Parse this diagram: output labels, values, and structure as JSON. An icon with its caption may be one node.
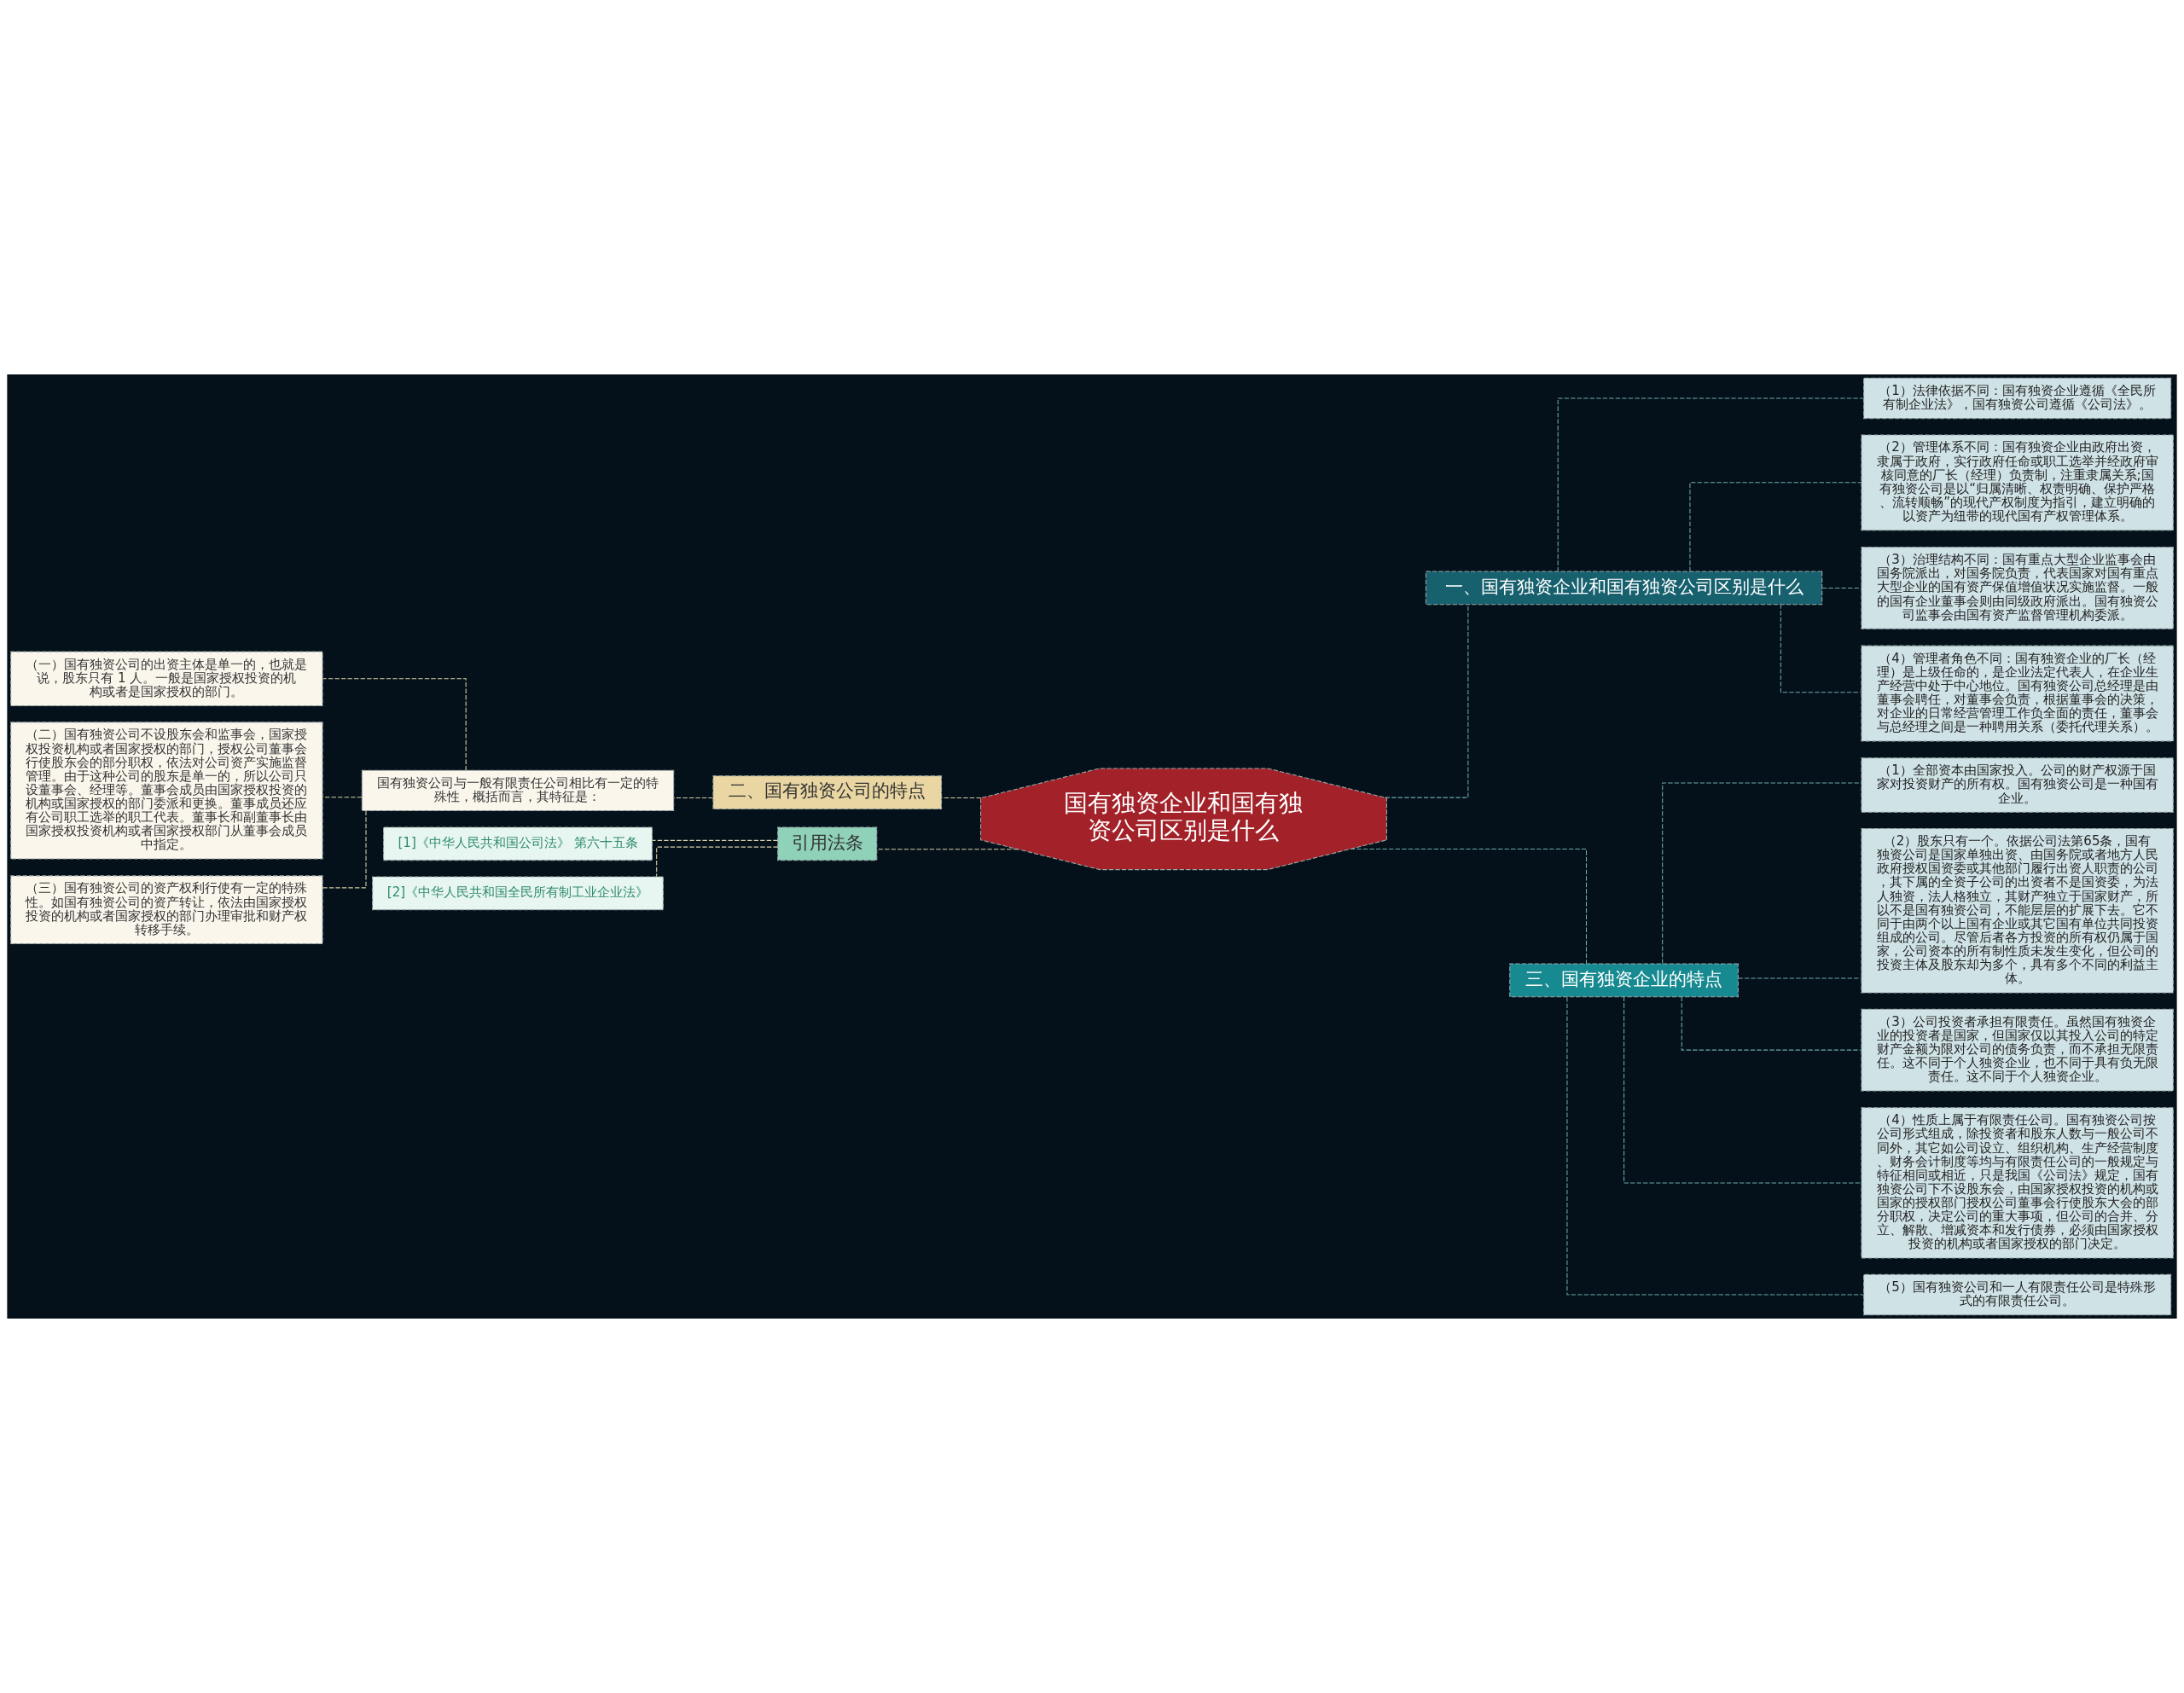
{
  "diagram": {
    "nodes": [
      {
        "text": [
          "国有独资企业和国有独资公司区别是什么"
        ]
      },
      {
        "text": [
          "一、国有独资企业和国有独资公司区别是什么"
        ]
      },
      {
        "text": [
          "（1）法律依据不同：国有独资企业遵循《全民所有制企业法》，国有独资公司遵循《公司法》。"
        ]
      },
      {
        "text": [
          "（2）管理体系不同：国有独资企业由政府出资，隶属于政府，实行政府任命或职工选举并经政府审核同意的厂长（经理）负责制，注重隶属关系;国有独资公司是以“归属清晰、权责明确、保护严格、流转顺畅”的现代产权制度为指引，建立明确的以资产为纽带的现代国有产权管理体系。"
        ]
      },
      {
        "text": [
          "（3）治理结构不同：国有重点大型企业监事会由国务院派出，对国务院负责，代表国家对国有重点大型企业的国有资产保值增值状况实施监督。一般的国有企业董事会则由同级政府派出。国有独资公司监事会由国有资产监督管理机构委派。"
        ]
      },
      {
        "text": [
          "（4）管理者角色不同：国有独资企业的厂长（经理）是上级任命的，是企业法定代表人，在企业生产经营中处于中心地位。国有独资公司总经理是由董事会聘任，对董事会负责，根据董事会的决策，对企业的日常经营管理工作负全面的责任，董事会与总经理之间是一种聘用关系（委托代理关系）。"
        ]
      },
      {
        "text": [
          "三、国有独资企业的特点"
        ]
      },
      {
        "text": [
          "（1）全部资本由国家投入。公司的财产权源于国家对投资财产的所有权。国有独资公司是一种国有企业。"
        ]
      },
      {
        "text": [
          "（2）股东只有一个。依据公司法第65条，国有独资公司是国家单独出资、由国务院或者地方人民政府授权国资委或其他部门履行出资人职责的公司，其下属的全资子公司的出资者不是国资委，为法人独资，法人格独立，其财产独立于国家财产，所以不是国有独资公司，不能层层的扩展下去。它不同于由两个以上国有企业或其它国有单位共同投资组成的公司。尽管后者各方投资的所有权仍属于国家，公司资本的所有制性质未发生变化，但公司的投资主体及股东却为多个，具有多个不同的利益主体。"
        ]
      },
      {
        "text": [
          "（3）公司投资者承担有限责任。虽然国有独资企业的投资者是国家，但国家仅以其投入公司的特定财产金额为限对公司的债务负责，而不承担无限责任。这不同于个人独资企业，也不同于具有负无限责任。这不同于个人独资企业。"
        ]
      },
      {
        "text": [
          "（4）性质上属于有限责任公司。国有独资公司按公司形式组成，除投资者和股东人数与一般公司不同外，其它如公司设立、组织机构、生产经营制度、财务会计制度等均与有限责任公司的一般规定与特征相同或相近，只是我国《公司法》规定，国有独资公司下不设股东会，由国家授权投资的机构或国家的授权部门授权公司董事会行使股东大会的部分职权，决定公司的重大事项，但公司的合并、分立、解散、增减资本和发行债券，必须由国家授权投资的机构或者国家授权的部门决定。"
        ]
      },
      {
        "text": [
          "（5）国有独资公司和一人有限责任公司是特殊形式的有限责任公司。"
        ]
      },
      {
        "text": [
          "二、国有独资公司的特点"
        ]
      },
      {
        "text": [
          "国有独资公司与一般有限责任公司相比有一定的特殊性，概括而言，其特征是："
        ]
      },
      {
        "text": [
          "（一）国有独资公司的出资主体是单一的，也就是说，股东只有 1 人。一般是国家授权投资的机构或者是国家授权的部门。"
        ]
      },
      {
        "text": [
          "（二）国有独资公司不设股东会和监事会，国家授权投资机构或者国家授权的部门，授权公司董事会行使股东会的部分职权，依法对公司资产实施监督管理。由于这种公司的股东是单一的，所以公司只设董事会、经理等。董事会成员由国家授权投资的机构或国家授权的部门委派和更换。董事成员还应有公司职工选举的职工代表。董事长和副董事长由国家授权投资机构或者国家授权部门从董事会成员中指定。"
        ]
      },
      {
        "text": [
          "（三）国有独资公司的资产权利行使有一定的特殊性。如国有独资公司的资产转让，依法由国家授权投资的机构或者国家授权的部门办理审批和财产权转移手续。"
        ]
      },
      {
        "text": [
          "引用法条"
        ]
      },
      {
        "text": [
          "[1]《中华人民共和国公司法》 第六十五条"
        ]
      },
      {
        "text": [
          "[2]《中华人民共和国全民所有制工业企业法》"
        ]
      }
    ],
    "edges": [
      {
        "from": 0,
        "to": 1,
        "arrow": "none",
        "style": "dashed"
      },
      {
        "from": 1,
        "to": 2,
        "arrow": "none",
        "style": "dashed"
      },
      {
        "from": 1,
        "to": 3,
        "arrow": "none",
        "style": "dashed"
      },
      {
        "from": 1,
        "to": 4,
        "arrow": "none",
        "style": "dashed"
      },
      {
        "from": 1,
        "to": 5,
        "arrow": "none",
        "style": "dashed"
      },
      {
        "from": 0,
        "to": 6,
        "arrow": "none",
        "style": "dashed"
      },
      {
        "from": 6,
        "to": 7,
        "arrow": "none",
        "style": "dashed"
      },
      {
        "from": 6,
        "to": 8,
        "arrow": "none",
        "style": "dashed"
      },
      {
        "from": 6,
        "to": 9,
        "arrow": "none",
        "style": "dashed"
      },
      {
        "from": 6,
        "to": 10,
        "arrow": "none",
        "style": "dashed"
      },
      {
        "from": 6,
        "to": 11,
        "arrow": "none",
        "style": "dashed"
      },
      {
        "from": 0,
        "to": 12,
        "arrow": "none",
        "style": "dashed",
        "color": "#d8cfa8"
      },
      {
        "from": 12,
        "to": 13,
        "arrow": "none",
        "style": "dashed",
        "color": "#d8cfa8"
      },
      {
        "from": 13,
        "to": 14,
        "arrow": "none",
        "style": "dashed",
        "color": "#d8cfa8"
      },
      {
        "from": 13,
        "to": 15,
        "arrow": "none",
        "style": "dashed",
        "color": "#d8cfa8"
      },
      {
        "from": 13,
        "to": 16,
        "arrow": "none",
        "style": "dashed",
        "color": "#d8cfa8"
      },
      {
        "from": 0,
        "to": 17,
        "arrow": "none",
        "style": "dashed",
        "color": "#d8cfa8"
      },
      {
        "from": 17,
        "to": 18,
        "arrow": "none",
        "style": "dashed",
        "color": "#d8cfa8"
      },
      {
        "from": 17,
        "to": 19,
        "arrow": "none",
        "style": "dashed",
        "color": "#d8cfa8"
      }
    ]
  }
}
